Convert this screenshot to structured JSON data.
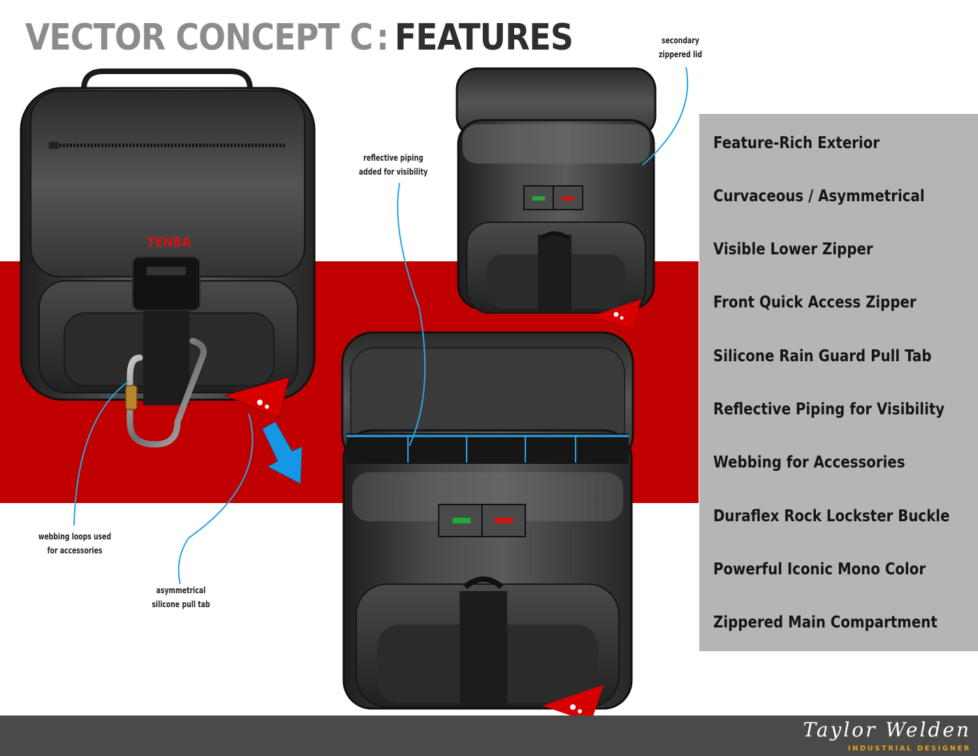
{
  "title": {
    "part1": "VECTOR CONCEPT C",
    "separator": ":",
    "part2": "FEATURES"
  },
  "brand": "TENBA",
  "annotations": {
    "secondary_lid": [
      "secondary",
      "zippered lid"
    ],
    "reflective_piping": [
      "reflective piping",
      "added for visibility"
    ],
    "webbing_loops": [
      "webbing loops used",
      "for accessories"
    ],
    "pull_tab": [
      "asymmetrical",
      "silicone pull tab"
    ]
  },
  "features": [
    "Feature-Rich Exterior",
    "Curvaceous / Asymmetrical",
    "Visible Lower Zipper",
    "Front Quick Access Zipper",
    "Silicone Rain Guard Pull Tab",
    "Reflective Piping for Visibility",
    "Webbing for Accessories",
    "Duraflex Rock Lockster Buckle",
    "Powerful Iconic Mono Color",
    "Zippered Main Compartment"
  ],
  "footer": {
    "signature": "Taylor Welden",
    "role": "INDUSTRIAL DESIGNER"
  },
  "colors": {
    "accent_red": "#c00000",
    "panel_gray": "#b5b5b5",
    "footer_gray": "#4a4a4a",
    "callout_blue": "#2aa6e0",
    "role_orange": "#e8a21a"
  }
}
